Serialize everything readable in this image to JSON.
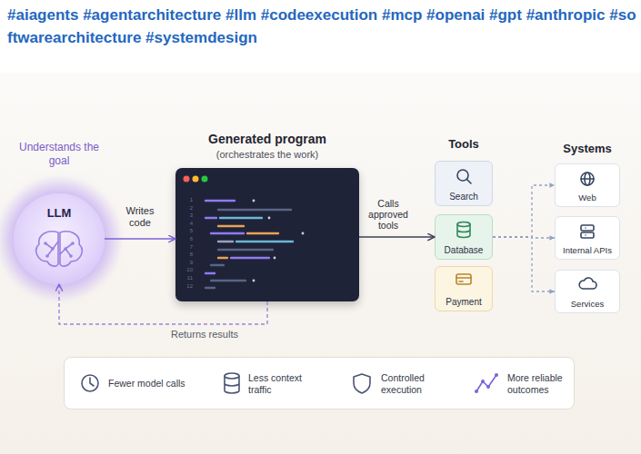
{
  "diagram": {
    "nodes": [
      {
        "text": [
          "Understands the goal",
          "LLM"
        ]
      },
      {
        "text": [
          "Generated program",
          "(orchestrates the work)"
        ]
      },
      {
        "text": [
          "Search"
        ]
      },
      {
        "text": [
          "Database"
        ]
      },
      {
        "text": [
          "Payment"
        ]
      },
      {
        "text": [
          "Web"
        ]
      },
      {
        "text": [
          "Internal APIs"
        ]
      },
      {
        "text": [
          "Services"
        ]
      },
      {
        "text": [
          "Fewer model calls",
          "Less context traffic",
          "Controlled execution",
          "More reliable outcomes"
        ]
      }
    ],
    "edges": [
      {
        "from": 0,
        "to": 1,
        "label": "Writes code",
        "arrow": "to"
      },
      {
        "from": 1,
        "to": 0,
        "label": "Returns results",
        "arrow": "to"
      },
      {
        "from": 1,
        "to": 3,
        "label": "Calls approved tools",
        "arrow": "to"
      },
      {
        "from": 3,
        "to": 5,
        "arrow": "to"
      },
      {
        "from": 3,
        "to": 6,
        "arrow": "to"
      },
      {
        "from": 3,
        "to": 7,
        "arrow": "to"
      }
    ],
    "labels": [
      "#aiagents #agentarchitecture #llm #codeexecution #mcp #openai #gpt #anthropic #softwarearchitecture #systemdesign",
      "Tools",
      "Systems",
      "1",
      "2",
      "3",
      "4",
      "5",
      "6",
      "7",
      "8",
      "9",
      "10",
      "11",
      "12"
    ]
  }
}
